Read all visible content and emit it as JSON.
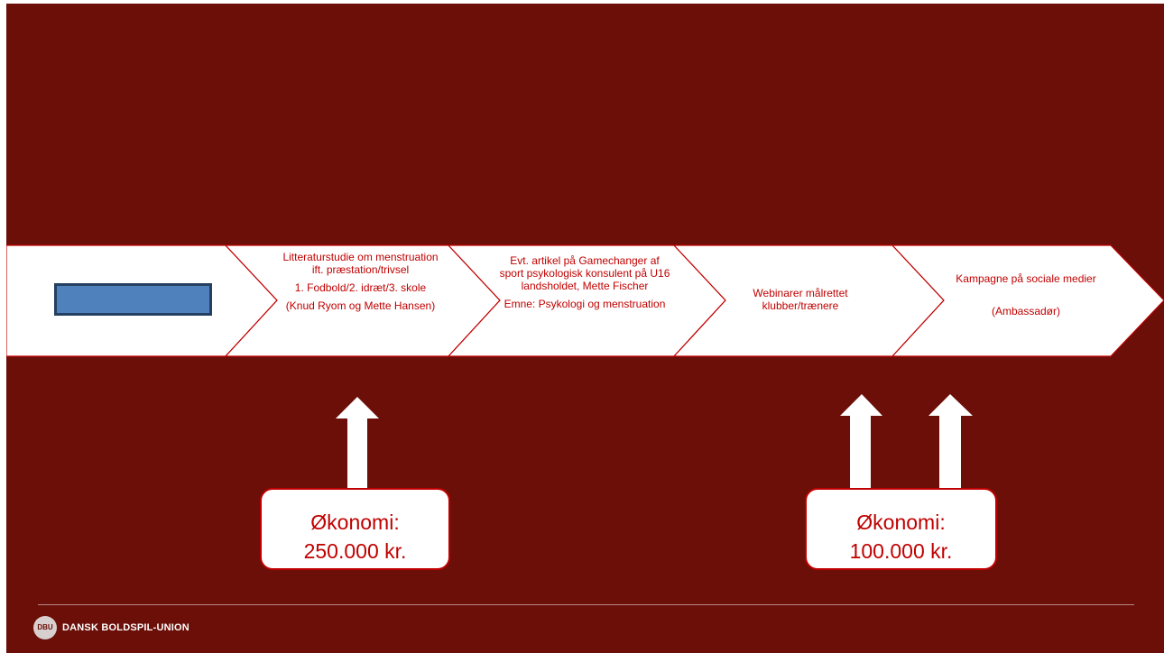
{
  "stages": [
    {
      "paragraphs": []
    },
    {
      "paragraphs": [
        "Litteraturstudie om menstruation ift. præstation/trivsel",
        "1. Fodbold/2. idræt/3. skole",
        "(Knud Ryom og Mette Hansen)"
      ]
    },
    {
      "paragraphs": [
        "Evt. artikel på Gamechanger af sport psykologisk konsulent på U16 landsholdet, Mette Fischer",
        "Emne: Psykologi og menstruation"
      ]
    },
    {
      "paragraphs": [
        "Webinarer målrettet klubber/trænere"
      ]
    },
    {
      "paragraphs": [
        "Kampagne på sociale medier",
        "(Ambassadør)"
      ]
    }
  ],
  "budgets": [
    {
      "label": "Økonomi:",
      "amount": "250.000 kr."
    },
    {
      "label": "Økonomi:",
      "amount": "100.000 kr."
    }
  ],
  "footer": {
    "logo_text": "DBU",
    "org_name": "DANSK BOLDSPIL-UNION"
  },
  "colors": {
    "background": "#6b0f08",
    "accent": "#c00000",
    "blue_box": "#4f81bd"
  }
}
